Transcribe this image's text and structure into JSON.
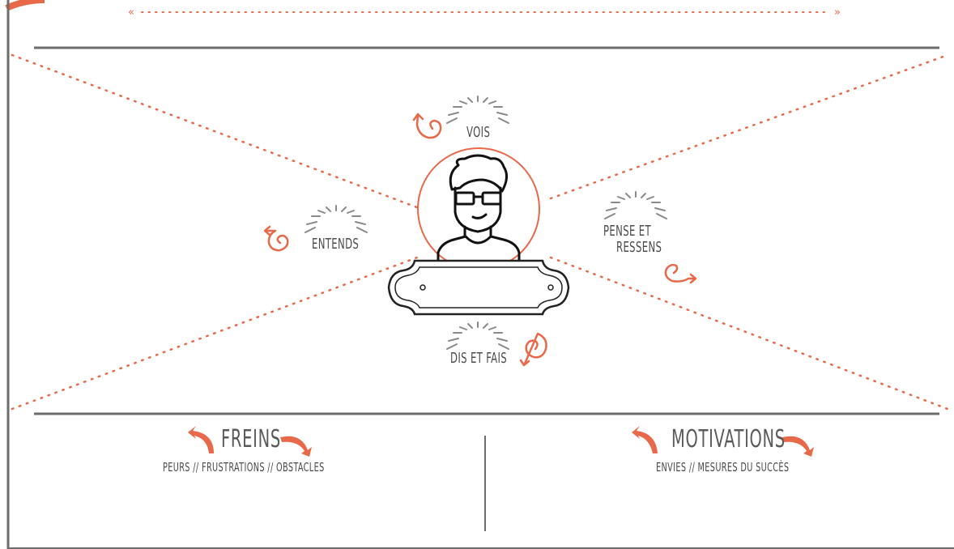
{
  "colors": {
    "accent": "#e8694a",
    "line": "#6d6d6d",
    "text": "#4a4a4a"
  },
  "quadrants": {
    "vois": "VOIS",
    "entends": "ENTENDS",
    "pense_line1": "PENSE ET",
    "pense_line2": "RESSENS",
    "dis": "DIS ET FAIS"
  },
  "bottom": {
    "freins_title": "FREINS",
    "freins_sub": "PEURS // FRUSTRATIONS // OBSTACLES",
    "motivations_title": "MOTIVATIONS",
    "motivations_sub": "ENVIES // MESURES DU SUCCÈS"
  },
  "icons": [
    "sunburst-icon",
    "spiral-arrow-icon",
    "persona-avatar-icon",
    "name-plate-icon",
    "curved-arrow-icon"
  ]
}
